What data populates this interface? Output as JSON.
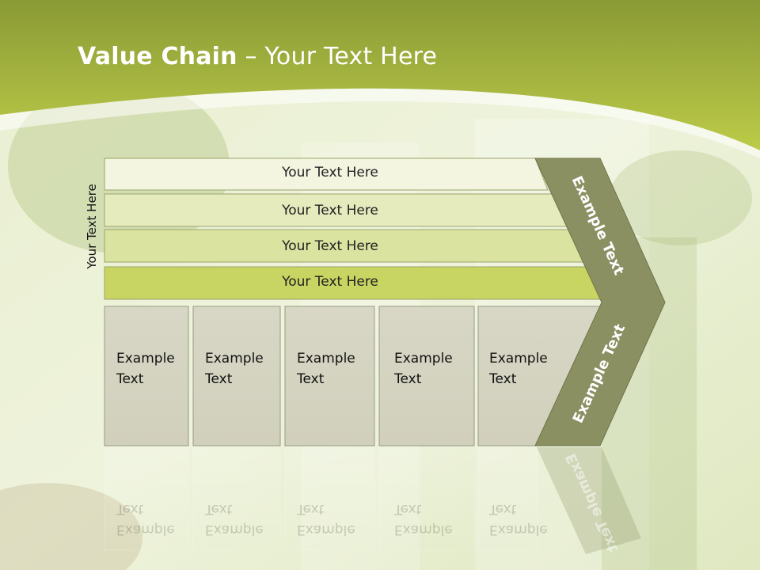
{
  "slide": {
    "title_bold": "Value Chain",
    "title_rest": " – Your Text Here",
    "side_label": "Your Text Here"
  },
  "bars": [
    {
      "label": "Your Text Here"
    },
    {
      "label": "Your Text Here"
    },
    {
      "label": "Your Text Here"
    },
    {
      "label": "Your Text Here"
    }
  ],
  "boxes": [
    {
      "line1": "Example",
      "line2": "Text"
    },
    {
      "line1": "Example",
      "line2": "Text"
    },
    {
      "line1": "Example",
      "line2": "Text"
    },
    {
      "line1": "Example",
      "line2": "Text"
    },
    {
      "line1": "Example",
      "line2": "Text"
    }
  ],
  "chevron": {
    "upper_label": "Example Text",
    "lower_label": "Example Text"
  },
  "colors": {
    "header_green": "#b4c443",
    "bar_1": "#f3f5e0",
    "bar_2": "#e6ebbd",
    "bar_3": "#dbe3a0",
    "bar_4": "#c8d563",
    "box_fill": "#d6d5c3",
    "chevron_fill": "#8a9062"
  }
}
